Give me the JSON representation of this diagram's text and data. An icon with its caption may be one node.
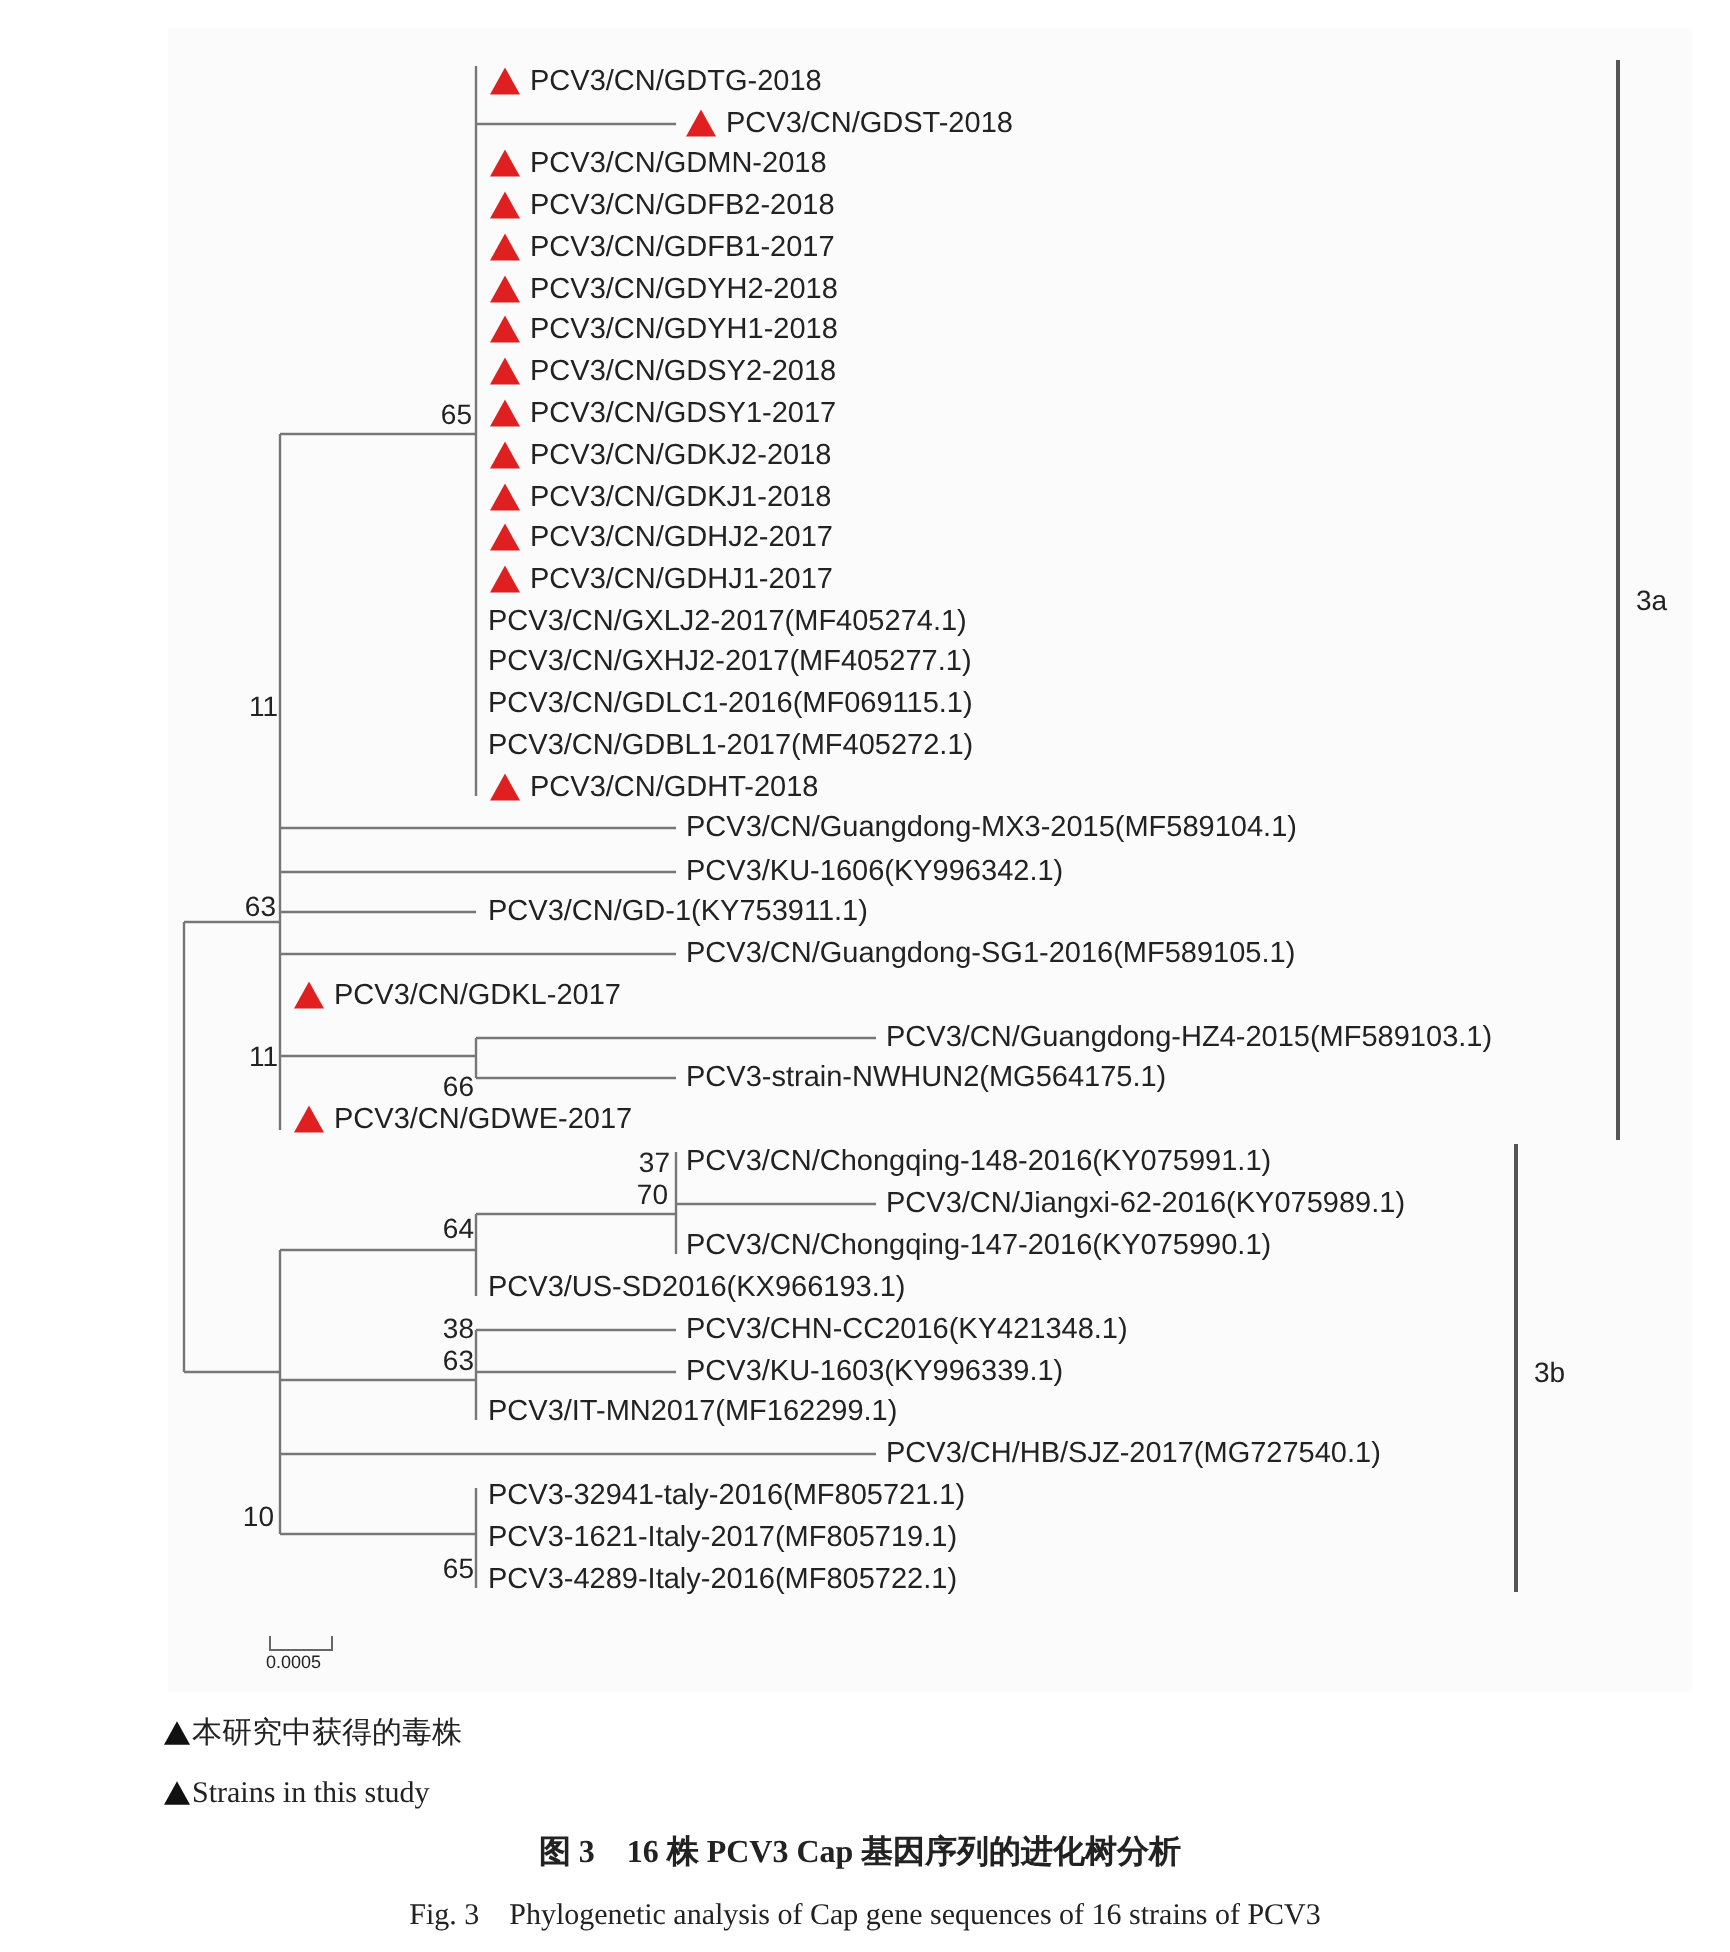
{
  "diagram": {
    "title": "图 3　16 株 PCV3 Cap 基因序列的进化树分析",
    "caption": "Fig. 3　Phylogenetic analysis of Cap gene sequences of 16 strains of PCV3",
    "labels": [
      "PCV3/CN/GDTG-2018",
      "PCV3/CN/GDST-2018",
      "PCV3/CN/GDMN-2018",
      "PCV3/CN/GDFB2-2018",
      "PCV3/CN/GDFB1-2017",
      "PCV3/CN/GDYH2-2018",
      "PCV3/CN/GDYH1-2018",
      "PCV3/CN/GDSY2-2018",
      "65",
      "PCV3/CN/GDSY1-2017",
      "PCV3/CN/GDKJ2-2018",
      "PCV3/CN/GDKJ1-2018",
      "PCV3/CN/GDHJ2-2017",
      "PCV3/CN/GDHJ1-2017",
      "PCV3/CN/GXLJ2-2017(MF405274.1)",
      "PCV3/CN/GXHJ2-2017(MF405277.1)",
      "PCV3/CN/GDLC1-2016(MF069115.1)",
      "11",
      "PCV3/CN/GDBL1-2017(MF405272.1)",
      "PCV3/CN/GDHT-2018",
      "PCV3/CN/Guangdong-MX3-2015(MF589104.1)",
      "PCV3/KU-1606(KY996342.1)",
      "63",
      "PCV3/CN/GD-1(KY753911.1)",
      "PCV3/CN/Guangdong-SG1-2016(MF589105.1)",
      "PCV3/CN/GDKL-2017",
      "PCV3/CN/Guangdong-HZ4-2015(MF589103.1)",
      "11",
      "PCV3-strain-NWHUN2(MG564175.1)",
      "66",
      "PCV3/CN/GDWE-2017",
      "37",
      "PCV3/CN/Chongqing-148-2016(KY075991.1)",
      "70",
      "PCV3/CN/Jiangxi-62-2016(KY075989.1)",
      "64",
      "PCV3/CN/Chongqing-147-2016(KY075990.1)",
      "PCV3/US-SD2016(KX966193.1)",
      "38",
      "PCV3/CHN-CC2016(KY421348.1)",
      "63",
      "PCV3/KU-1603(KY996339.1)",
      "PCV3/IT-MN2017(MF162299.1)",
      "PCV3/CH/HB/SJZ-2017(MG727540.1)",
      "PCV3-32941-taly-2016(MF805721.1)",
      "10",
      "PCV3-1621-Italy-2017(MF805719.1)",
      "65",
      "PCV3-4289-Italy-2016(MF805722.1)",
      "3a",
      "3b",
      "0.0005"
    ],
    "legend": [
      {
        "text": "本研究中获得的毒株"
      },
      {
        "text": "Strains in this study"
      }
    ]
  }
}
